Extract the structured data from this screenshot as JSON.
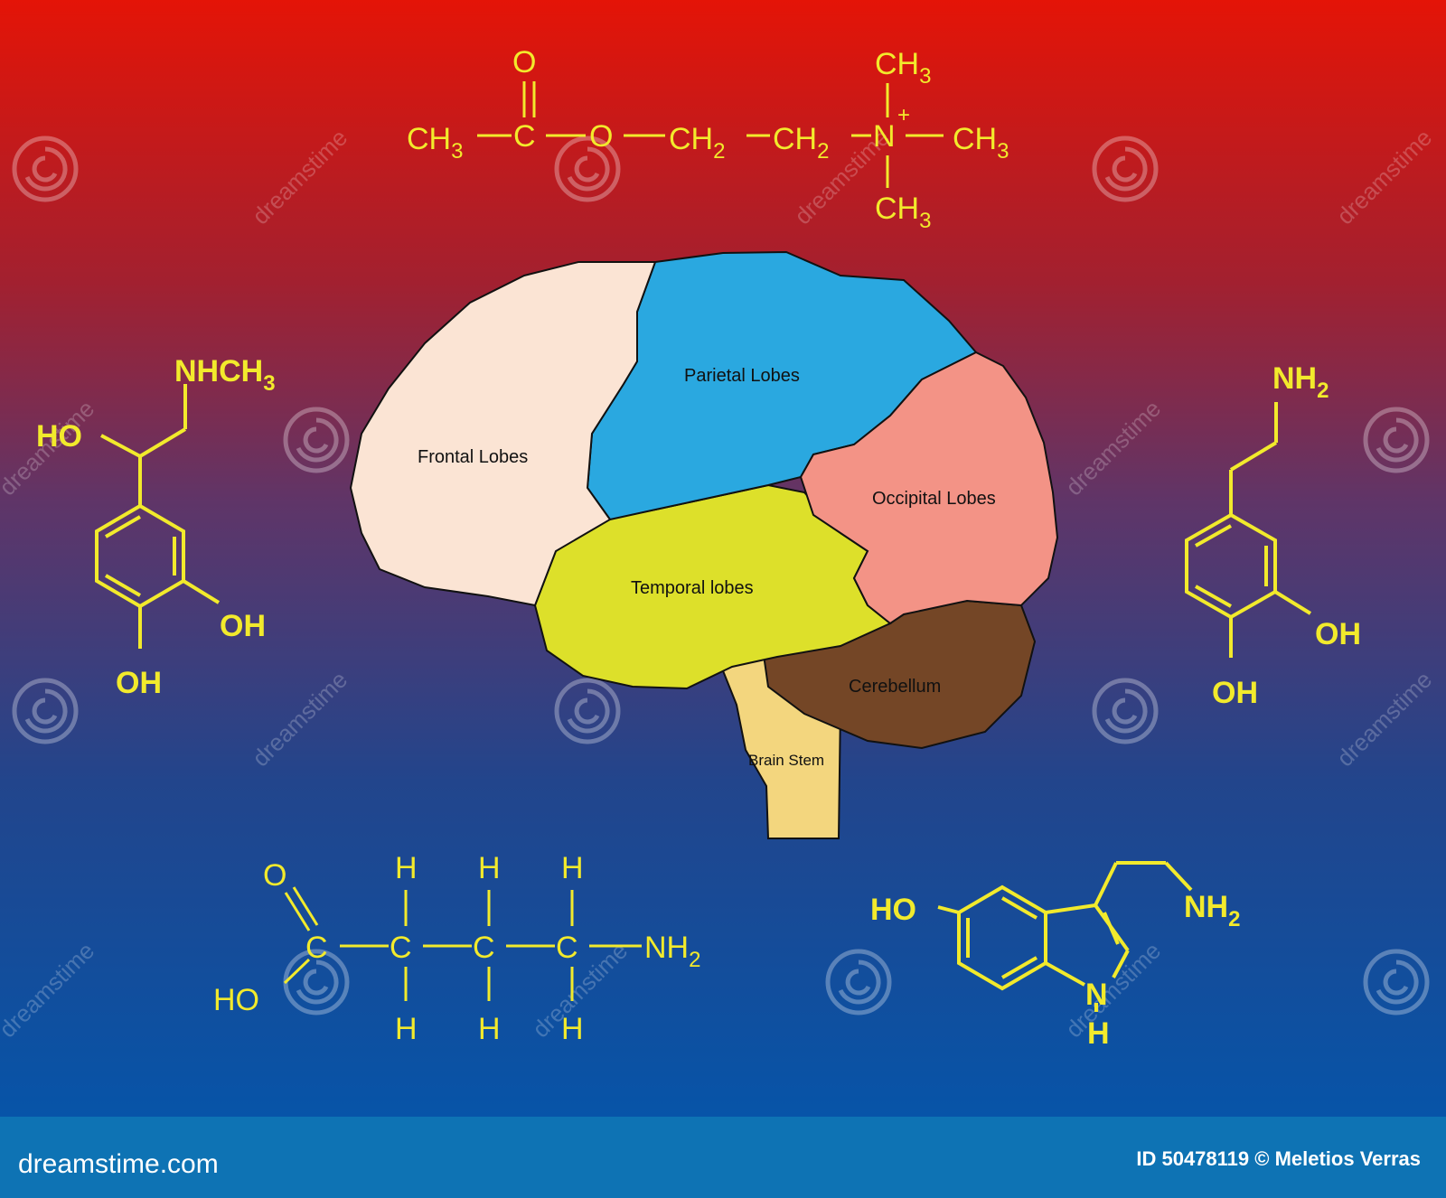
{
  "colors": {
    "gradient_top": "#e41407",
    "gradient_mid": "#5f3568",
    "gradient_bottom": "#0754a8",
    "footer_bar": "#0e73b4",
    "molecule": "#f2ea2c",
    "frontal": "#fbe4d4",
    "parietal": "#2aa8e0",
    "occipital": "#f39386",
    "temporal": "#dde02a",
    "cerebellum": "#744626",
    "brain_stem": "#f3d67e"
  },
  "brain": {
    "frontal": "Frontal Lobes",
    "parietal": "Parietal Lobes",
    "occipital": "Occipital Lobes",
    "temporal": "Temporal lobes",
    "cerebellum": "Cerebellum",
    "brain_stem": "Brain Stem"
  },
  "acetylcholine": {
    "o": "O",
    "ch": "CH",
    "n3": "3",
    "c": "C",
    "o2": "O",
    "n2": "2",
    "n": "N",
    "plus": "+"
  },
  "epinephrine": {
    "nhch": "NHCH",
    "n3": "3",
    "ho": "HO",
    "oh": "OH"
  },
  "dopamine": {
    "nh": "NH",
    "n2": "2",
    "oh": "OH"
  },
  "gaba": {
    "o": "O",
    "c": "C",
    "h": "H",
    "nh": "NH",
    "n2": "2",
    "ho": "HO"
  },
  "serotonin": {
    "ho": "HO",
    "nh": "NH",
    "n2": "2",
    "n": "N",
    "h": "H"
  },
  "watermark": {
    "text": "dreamstime",
    "icon": "swirl-icon"
  },
  "footer": {
    "site": "dreamstime.com",
    "credit": "ID 50478119 © Meletios Verras"
  }
}
